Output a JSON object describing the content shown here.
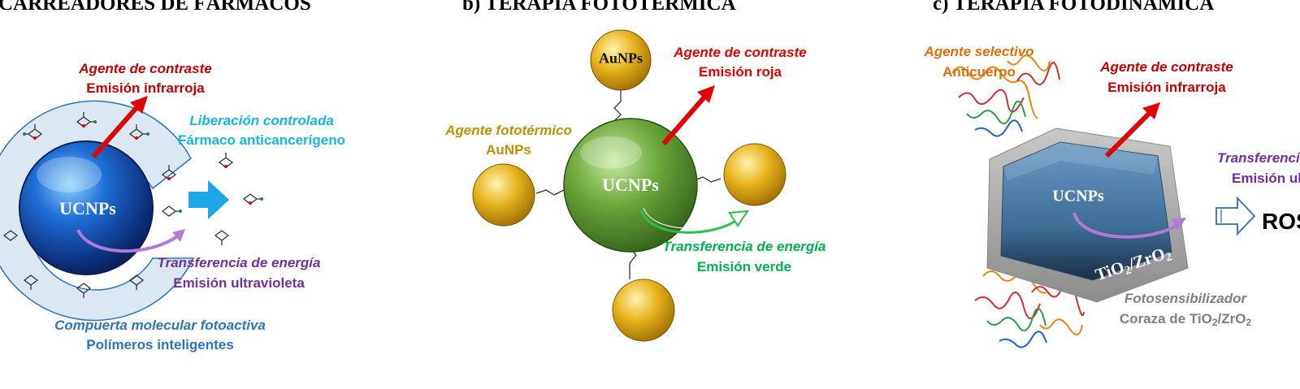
{
  "panels": {
    "a": {
      "title": "CARREADORES DE FÁRMACOS",
      "core_label": "UCNPs",
      "contrast": {
        "line1": "Agente de contraste",
        "line2": "Emisión infrarroja"
      },
      "release": {
        "line1": "Liberación controlada",
        "line2": "Fármaco anticancerígeno"
      },
      "energy": {
        "line1": "Transferencia de energía",
        "line2": "Emisión ultravioleta"
      },
      "gate": {
        "line1": "Compuerta molecular fotoactiva",
        "line2": "Polímeros inteligentes"
      }
    },
    "b": {
      "title": "b) TERAPIA FOTOTÉRMICA",
      "core_label": "UCNPs",
      "aunp_label": "AuNPs",
      "contrast": {
        "line1": "Agente de contraste",
        "line2": "Emisión roja"
      },
      "photothermal": {
        "line1": "Agente fototérmico",
        "line2": "AuNPs"
      },
      "energy": {
        "line1": "Transferencia de energía",
        "line2": "Emisión verde"
      }
    },
    "c": {
      "title": "c) TERAPIA FOTODINÁMICA",
      "core_label": "UCNPs",
      "shell_label_base1": "TiO",
      "shell_label_sub1": "2",
      "shell_label_mid": "/ZrO",
      "shell_label_sub2": "2",
      "selective": {
        "line1": "Agente selectivo",
        "line2": "Anticuerpo"
      },
      "contrast": {
        "line1": "Agente de contraste",
        "line2": "Emisión infrarroja"
      },
      "energy": {
        "line1": "Transferencia de",
        "line2": "Emisión ultravi"
      },
      "ros_label": "ROS",
      "photosens": {
        "line1": "Fotosensibilizador",
        "line2_base1": "Coraza de TiO",
        "line2_sub1": "2",
        "line2_mid": "/ZrO",
        "line2_sub2": "2"
      }
    }
  },
  "colors": {
    "red": "#c00000",
    "cyan": "#17b4e6",
    "purple": "#7030a0",
    "blue": "#2e75b6",
    "gold": "#bf9000",
    "green": "#00b050",
    "orange": "#e36c09",
    "gray": "#7f7f7f"
  }
}
